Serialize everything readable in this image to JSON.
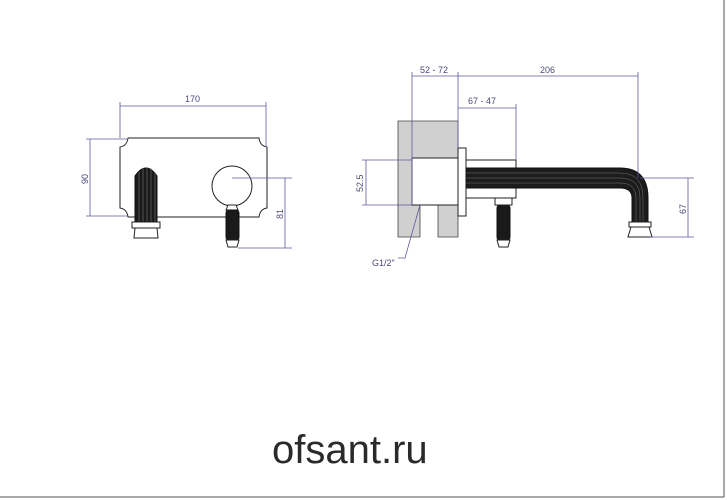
{
  "front_view": {
    "width_dim": "170",
    "height_dim": "90",
    "handle_height_dim": "81"
  },
  "side_view": {
    "depth_dim": "52 - 72",
    "projection_dim": "206",
    "handle_offset_dim": "67 - 47",
    "inlet_dim": "52.5",
    "outlet_height_dim": "67",
    "thread_label": "G1/2\""
  },
  "watermark": "ofsant.ru",
  "colors": {
    "dimension": "#5a5aa0",
    "wall": "#d0d0d0",
    "outline": "#222222"
  }
}
